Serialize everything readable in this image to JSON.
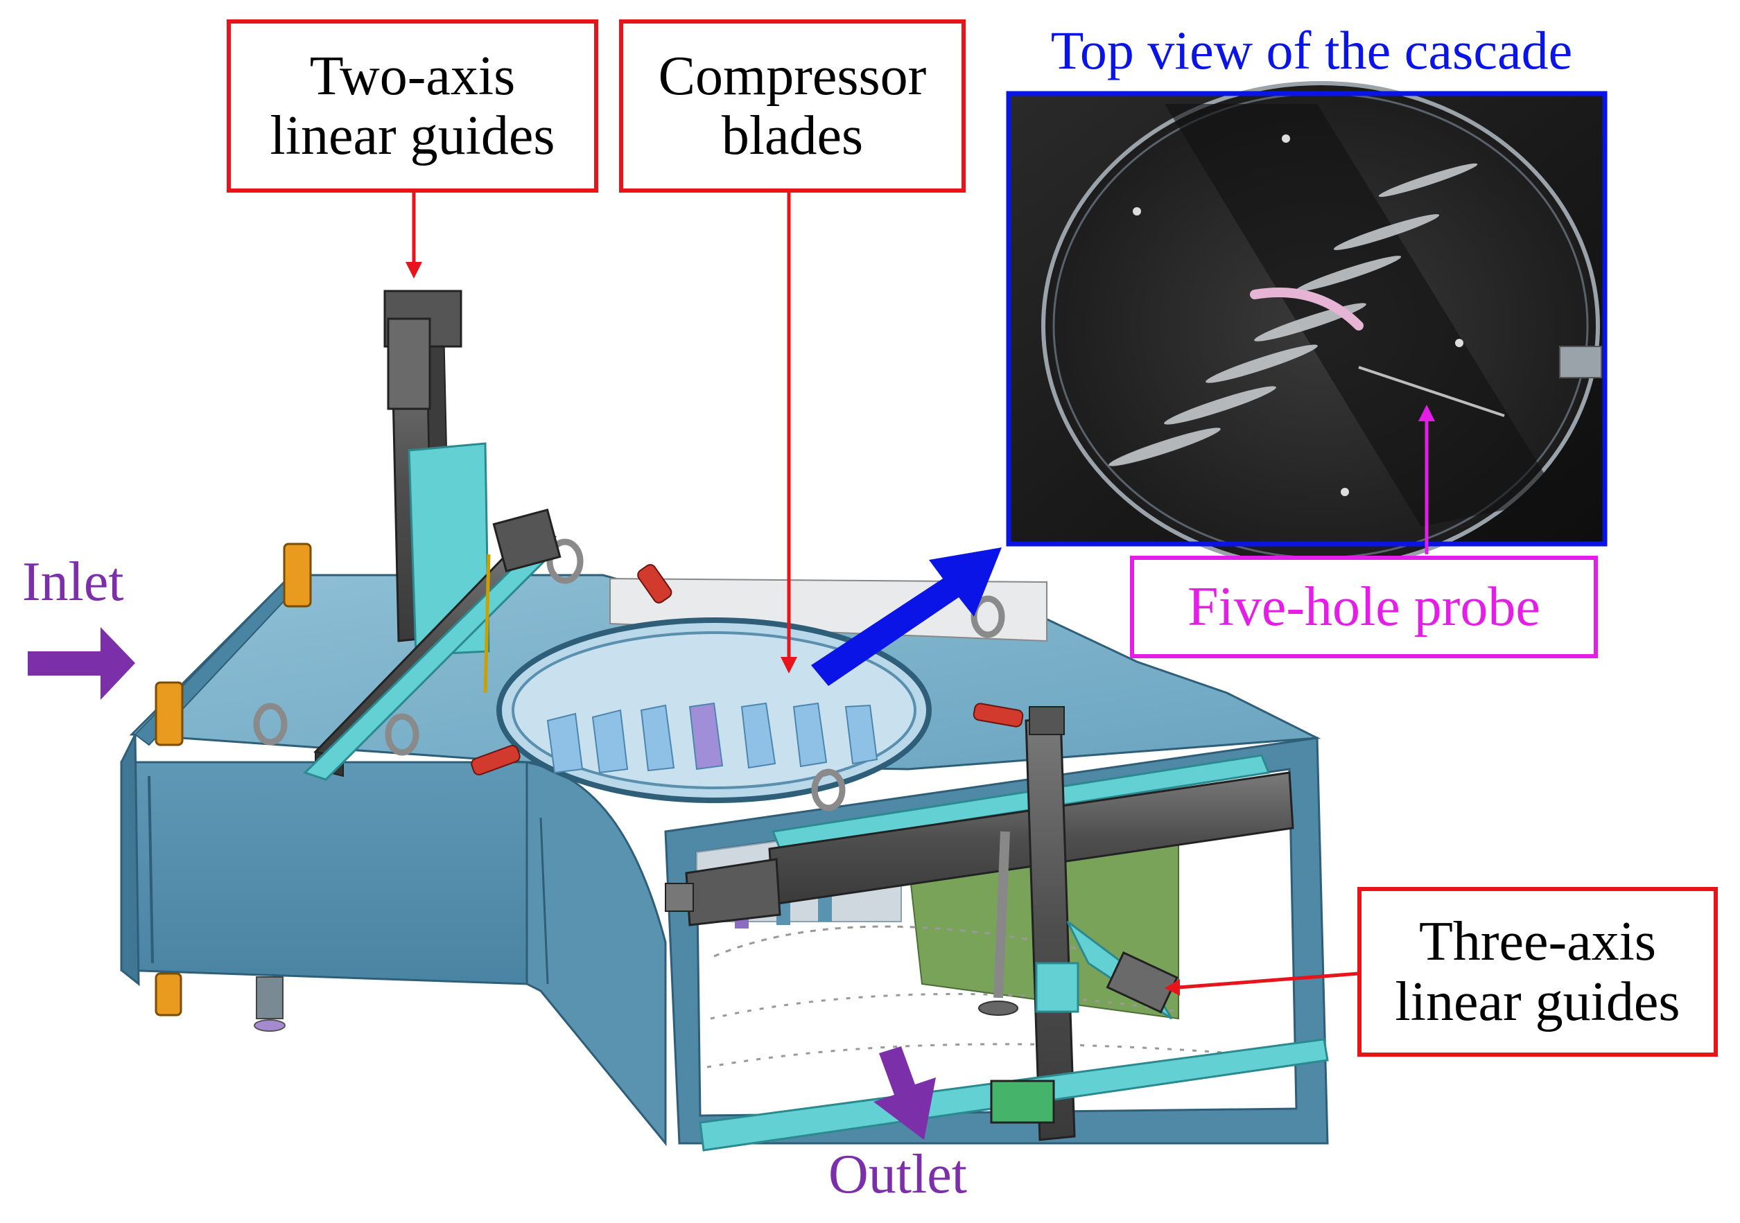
{
  "labels": {
    "two_axis": {
      "line1": "Two-axis",
      "line2": "linear guides"
    },
    "compressor": {
      "line1": "Compressor",
      "line2": "blades"
    },
    "top_view": "Top view of the cascade",
    "five_hole": "Five-hole probe",
    "three_axis": {
      "line1": "Three-axis",
      "line2": "linear guides"
    },
    "inlet": "Inlet",
    "outlet": "Outlet"
  },
  "colors": {
    "callout_red": "#e8141b",
    "inset_blue": "#0a14e6",
    "probe_magenta": "#e41ee6",
    "flow_purple": "#7b2fa8",
    "housing_blue": "#6fa8c4",
    "guide_cyan": "#3fd0d8",
    "rail_gray": "#5a5a5a"
  }
}
